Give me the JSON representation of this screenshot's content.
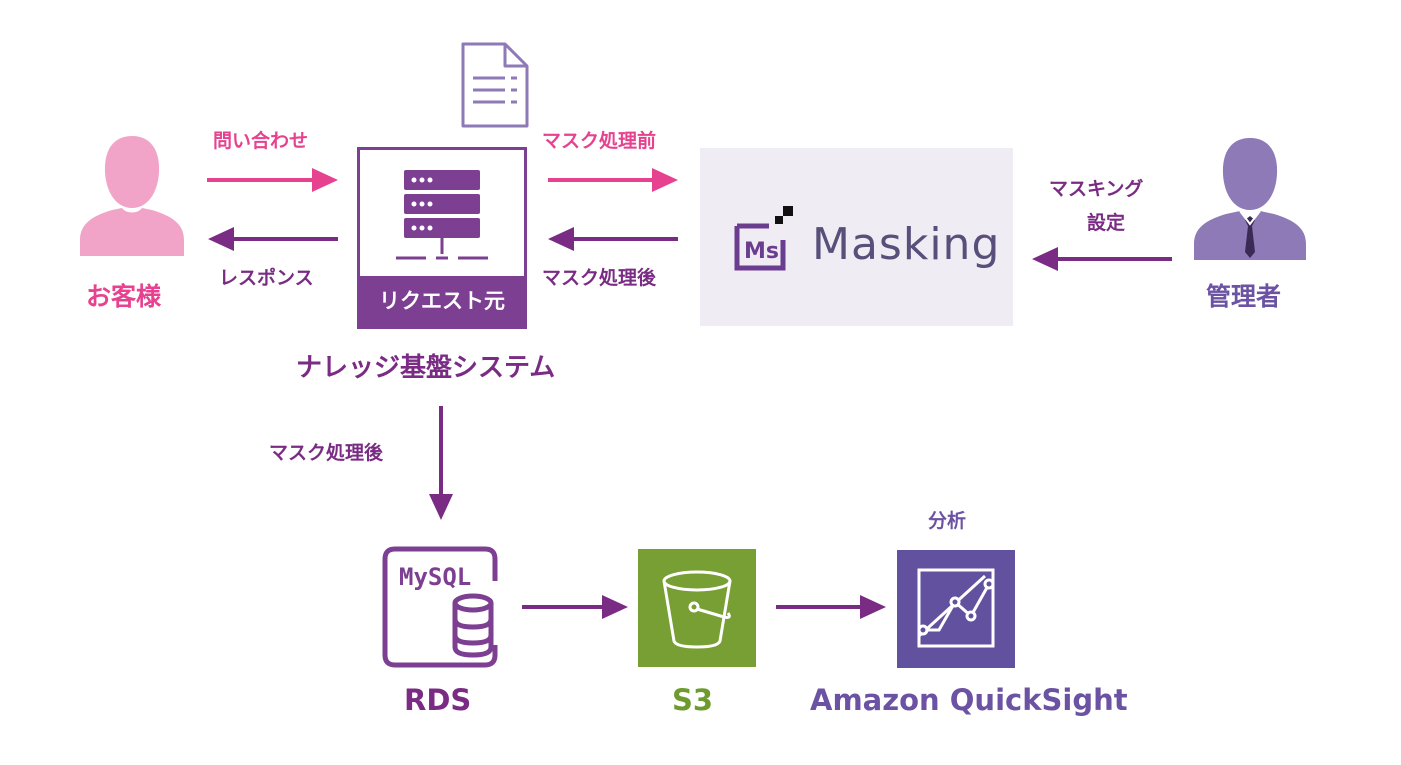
{
  "customer": {
    "label": "お客様",
    "icon": "person-icon",
    "color": "#f2a3c8"
  },
  "admin": {
    "label": "管理者",
    "icon": "person-tie-icon",
    "color": "#8d7ab6"
  },
  "arrows": {
    "inquiry": "問い合わせ",
    "response": "レスポンス",
    "before_mask": "マスク処理前",
    "after_mask": "マスク処理後",
    "masking_setting_line1": "マスキング",
    "masking_setting_line2": "設定",
    "after_mask_down": "マスク処理後",
    "analysis": "分析"
  },
  "server": {
    "tag": "リクエスト元",
    "system_name": "ナレッジ基盤システム",
    "icon": "server-icon"
  },
  "masking": {
    "logo_mark": "Ms",
    "name": "Masking"
  },
  "rds": {
    "label": "RDS",
    "engine": "MySQL",
    "icon": "database-icon"
  },
  "s3": {
    "label": "S3",
    "icon": "bucket-icon"
  },
  "quicksight": {
    "label": "Amazon QuickSight",
    "icon": "analytics-chart-icon"
  },
  "colors": {
    "pink": "#e6428f",
    "purple": "#7a2c84",
    "violet": "#6b52a3",
    "green": "#6f9a2e"
  }
}
